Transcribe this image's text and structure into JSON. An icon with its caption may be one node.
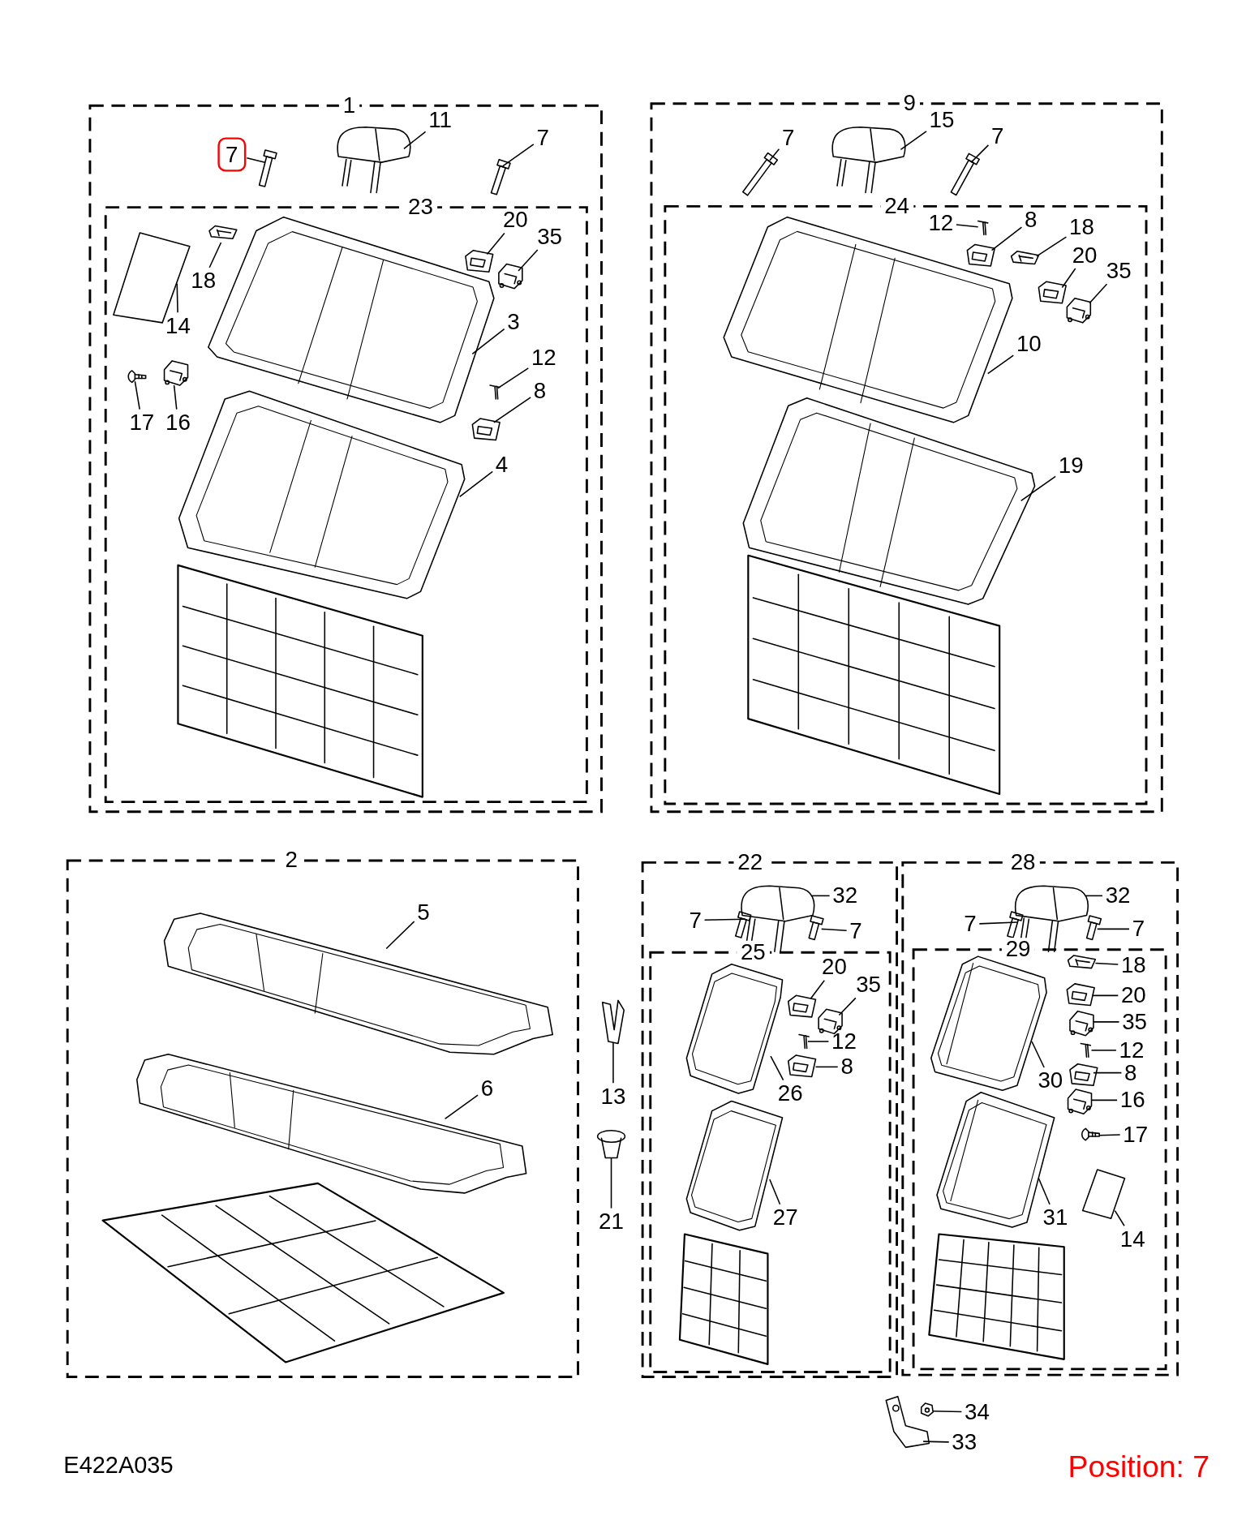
{
  "diagram": {
    "nodes": [
      {
        "text": [
          "1"
        ]
      },
      {
        "text": [
          "7"
        ],
        "in": 0
      },
      {
        "text": [
          "11"
        ],
        "in": 0
      },
      {
        "text": [
          "7"
        ],
        "in": 0
      },
      {
        "text": [
          "23"
        ],
        "in": 0
      },
      {
        "text": [
          "20"
        ],
        "in": 4
      },
      {
        "text": [
          "35"
        ],
        "in": 4
      },
      {
        "text": [
          "18"
        ],
        "in": 4
      },
      {
        "text": [
          "14"
        ],
        "in": 4
      },
      {
        "text": [
          "3"
        ],
        "in": 4
      },
      {
        "text": [
          "12"
        ],
        "in": 4
      },
      {
        "text": [
          "8"
        ],
        "in": 4
      },
      {
        "text": [
          "17"
        ],
        "in": 4
      },
      {
        "text": [
          "16"
        ],
        "in": 4
      },
      {
        "text": [
          "4"
        ],
        "in": 4
      },
      {
        "text": [
          "9"
        ]
      },
      {
        "text": [
          "7"
        ],
        "in": 15
      },
      {
        "text": [
          "15"
        ],
        "in": 15
      },
      {
        "text": [
          "7"
        ],
        "in": 15
      },
      {
        "text": [
          "24"
        ],
        "in": 15
      },
      {
        "text": [
          "12"
        ],
        "in": 19
      },
      {
        "text": [
          "8"
        ],
        "in": 19
      },
      {
        "text": [
          "18"
        ],
        "in": 19
      },
      {
        "text": [
          "20"
        ],
        "in": 19
      },
      {
        "text": [
          "35"
        ],
        "in": 19
      },
      {
        "text": [
          "10"
        ],
        "in": 19
      },
      {
        "text": [
          "19"
        ],
        "in": 19
      },
      {
        "text": [
          "2"
        ]
      },
      {
        "text": [
          "5"
        ],
        "in": 27
      },
      {
        "text": [
          "6"
        ],
        "in": 27
      },
      {
        "text": [
          "13"
        ]
      },
      {
        "text": [
          "21"
        ]
      },
      {
        "text": [
          "22"
        ]
      },
      {
        "text": [
          "7"
        ],
        "in": 32
      },
      {
        "text": [
          "32"
        ],
        "in": 32
      },
      {
        "text": [
          "7"
        ],
        "in": 32
      },
      {
        "text": [
          "25"
        ],
        "in": 32
      },
      {
        "text": [
          "20"
        ],
        "in": 36
      },
      {
        "text": [
          "35"
        ],
        "in": 36
      },
      {
        "text": [
          "12"
        ],
        "in": 36
      },
      {
        "text": [
          "8"
        ],
        "in": 36
      },
      {
        "text": [
          "26"
        ],
        "in": 36
      },
      {
        "text": [
          "27"
        ],
        "in": 36
      },
      {
        "text": [
          "28"
        ]
      },
      {
        "text": [
          "7"
        ],
        "in": 43
      },
      {
        "text": [
          "32"
        ],
        "in": 43
      },
      {
        "text": [
          "7"
        ],
        "in": 43
      },
      {
        "text": [
          "29"
        ],
        "in": 43
      },
      {
        "text": [
          "18"
        ],
        "in": 47
      },
      {
        "text": [
          "20"
        ],
        "in": 47
      },
      {
        "text": [
          "35"
        ],
        "in": 47
      },
      {
        "text": [
          "12"
        ],
        "in": 47
      },
      {
        "text": [
          "8"
        ],
        "in": 47
      },
      {
        "text": [
          "30"
        ],
        "in": 47
      },
      {
        "text": [
          "16"
        ],
        "in": 47
      },
      {
        "text": [
          "17"
        ],
        "in": 47
      },
      {
        "text": [
          "31"
        ],
        "in": 47
      },
      {
        "text": [
          "14"
        ],
        "in": 47
      },
      {
        "text": [
          "34"
        ]
      },
      {
        "text": [
          "33"
        ]
      },
      {
        "text": [],
        "shape": "picture",
        "in": 0
      },
      {
        "text": [],
        "shape": "picture",
        "in": 0
      },
      {
        "text": [],
        "shape": "picture",
        "in": 0
      },
      {
        "text": [],
        "shape": "picture",
        "in": 4
      },
      {
        "text": [],
        "shape": "picture",
        "in": 4
      },
      {
        "text": [],
        "shape": "picture",
        "in": 4
      },
      {
        "text": [],
        "shape": "picture",
        "in": 4
      },
      {
        "text": [],
        "shape": "picture",
        "in": 4
      },
      {
        "text": [],
        "shape": "picture",
        "in": 4
      },
      {
        "text": [],
        "shape": "picture",
        "in": 4
      },
      {
        "text": [],
        "shape": "picture",
        "in": 4
      },
      {
        "text": [],
        "shape": "picture",
        "in": 4
      },
      {
        "text": [],
        "shape": "picture",
        "in": 4
      },
      {
        "text": [],
        "shape": "picture",
        "in": 15
      },
      {
        "text": [],
        "shape": "picture",
        "in": 15
      },
      {
        "text": [],
        "shape": "picture",
        "in": 15
      },
      {
        "text": [],
        "shape": "picture",
        "in": 19
      },
      {
        "text": [],
        "shape": "picture",
        "in": 19
      },
      {
        "text": [],
        "shape": "picture",
        "in": 19
      },
      {
        "text": [],
        "shape": "picture",
        "in": 19
      },
      {
        "text": [],
        "shape": "picture",
        "in": 19
      },
      {
        "text": [],
        "shape": "picture",
        "in": 19
      },
      {
        "text": [],
        "shape": "picture",
        "in": 19
      },
      {
        "text": [],
        "shape": "picture",
        "in": 27
      },
      {
        "text": [],
        "shape": "picture",
        "in": 27
      },
      {
        "text": [],
        "shape": "picture"
      },
      {
        "text": [],
        "shape": "picture"
      },
      {
        "text": [],
        "shape": "picture",
        "in": 32
      },
      {
        "text": [],
        "shape": "picture",
        "in": 32
      },
      {
        "text": [],
        "shape": "picture",
        "in": 32
      },
      {
        "text": [],
        "shape": "picture",
        "in": 36
      },
      {
        "text": [],
        "shape": "picture",
        "in": 36
      },
      {
        "text": [],
        "shape": "picture",
        "in": 36
      },
      {
        "text": [],
        "shape": "picture",
        "in": 36
      },
      {
        "text": [],
        "shape": "picture",
        "in": 36
      },
      {
        "text": [],
        "shape": "picture",
        "in": 36
      },
      {
        "text": [],
        "shape": "picture",
        "in": 43
      },
      {
        "text": [],
        "shape": "picture",
        "in": 43
      },
      {
        "text": [],
        "shape": "picture",
        "in": 43
      },
      {
        "text": [],
        "shape": "picture",
        "in": 47
      },
      {
        "text": [],
        "shape": "picture",
        "in": 47
      },
      {
        "text": [],
        "shape": "picture",
        "in": 47
      },
      {
        "text": [],
        "shape": "picture",
        "in": 47
      },
      {
        "text": [],
        "shape": "picture",
        "in": 47
      },
      {
        "text": [],
        "shape": "picture",
        "in": 47
      },
      {
        "text": [],
        "shape": "picture",
        "in": 47
      },
      {
        "text": [],
        "shape": "picture",
        "in": 47
      },
      {
        "text": [],
        "shape": "picture",
        "in": 47
      },
      {
        "text": [],
        "shape": "picture",
        "in": 47
      },
      {
        "text": [],
        "shape": "picture"
      },
      {
        "text": [],
        "shape": "picture"
      }
    ],
    "edges": [
      {
        "from": 1,
        "to": 60,
        "arrow": "none"
      },
      {
        "from": 2,
        "to": 61,
        "arrow": "none"
      },
      {
        "from": 3,
        "to": 62,
        "arrow": "none"
      },
      {
        "from": 5,
        "to": 63,
        "arrow": "none"
      },
      {
        "from": 6,
        "to": 64,
        "arrow": "none"
      },
      {
        "from": 7,
        "to": 65,
        "arrow": "none"
      },
      {
        "from": 8,
        "to": 66,
        "arrow": "none"
      },
      {
        "from": 9,
        "to": 67,
        "arrow": "none"
      },
      {
        "from": 10,
        "to": 68,
        "arrow": "none"
      },
      {
        "from": 11,
        "to": 69,
        "arrow": "none"
      },
      {
        "from": 12,
        "to": 70,
        "arrow": "none"
      },
      {
        "from": 13,
        "to": 71,
        "arrow": "none"
      },
      {
        "from": 14,
        "to": 72,
        "arrow": "none"
      },
      {
        "from": 16,
        "to": 73,
        "arrow": "none"
      },
      {
        "from": 17,
        "to": 74,
        "arrow": "none"
      },
      {
        "from": 18,
        "to": 75,
        "arrow": "none"
      },
      {
        "from": 20,
        "to": 76,
        "arrow": "none"
      },
      {
        "from": 21,
        "to": 77,
        "arrow": "none"
      },
      {
        "from": 22,
        "to": 78,
        "arrow": "none"
      },
      {
        "from": 23,
        "to": 79,
        "arrow": "none"
      },
      {
        "from": 24,
        "to": 80,
        "arrow": "none"
      },
      {
        "from": 25,
        "to": 81,
        "arrow": "none"
      },
      {
        "from": 26,
        "to": 82,
        "arrow": "none"
      },
      {
        "from": 28,
        "to": 83,
        "arrow": "none"
      },
      {
        "from": 29,
        "to": 84,
        "arrow": "none"
      },
      {
        "from": 30,
        "to": 85,
        "arrow": "none"
      },
      {
        "from": 31,
        "to": 86,
        "arrow": "none"
      },
      {
        "from": 33,
        "to": 87,
        "arrow": "none"
      },
      {
        "from": 34,
        "to": 88,
        "arrow": "none"
      },
      {
        "from": 35,
        "to": 89,
        "arrow": "none"
      },
      {
        "from": 37,
        "to": 90,
        "arrow": "none"
      },
      {
        "from": 38,
        "to": 91,
        "arrow": "none"
      },
      {
        "from": 39,
        "to": 92,
        "arrow": "none"
      },
      {
        "from": 40,
        "to": 93,
        "arrow": "none"
      },
      {
        "from": 41,
        "to": 94,
        "arrow": "none"
      },
      {
        "from": 42,
        "to": 95,
        "arrow": "none"
      },
      {
        "from": 44,
        "to": 96,
        "arrow": "none"
      },
      {
        "from": 45,
        "to": 97,
        "arrow": "none"
      },
      {
        "from": 46,
        "to": 98,
        "arrow": "none"
      },
      {
        "from": 48,
        "to": 99,
        "arrow": "none"
      },
      {
        "from": 49,
        "to": 100,
        "arrow": "none"
      },
      {
        "from": 50,
        "to": 101,
        "arrow": "none"
      },
      {
        "from": 51,
        "to": 102,
        "arrow": "none"
      },
      {
        "from": 52,
        "to": 103,
        "arrow": "none"
      },
      {
        "from": 53,
        "to": 104,
        "arrow": "none"
      },
      {
        "from": 54,
        "to": 105,
        "arrow": "none"
      },
      {
        "from": 55,
        "to": 106,
        "arrow": "none"
      },
      {
        "from": 56,
        "to": 107,
        "arrow": "none"
      },
      {
        "from": 57,
        "to": 108,
        "arrow": "none"
      },
      {
        "from": 58,
        "to": 109,
        "arrow": "none"
      },
      {
        "from": 59,
        "to": 110,
        "arrow": "none"
      }
    ],
    "labels": [
      "E422A035",
      "Position: 7"
    ]
  }
}
